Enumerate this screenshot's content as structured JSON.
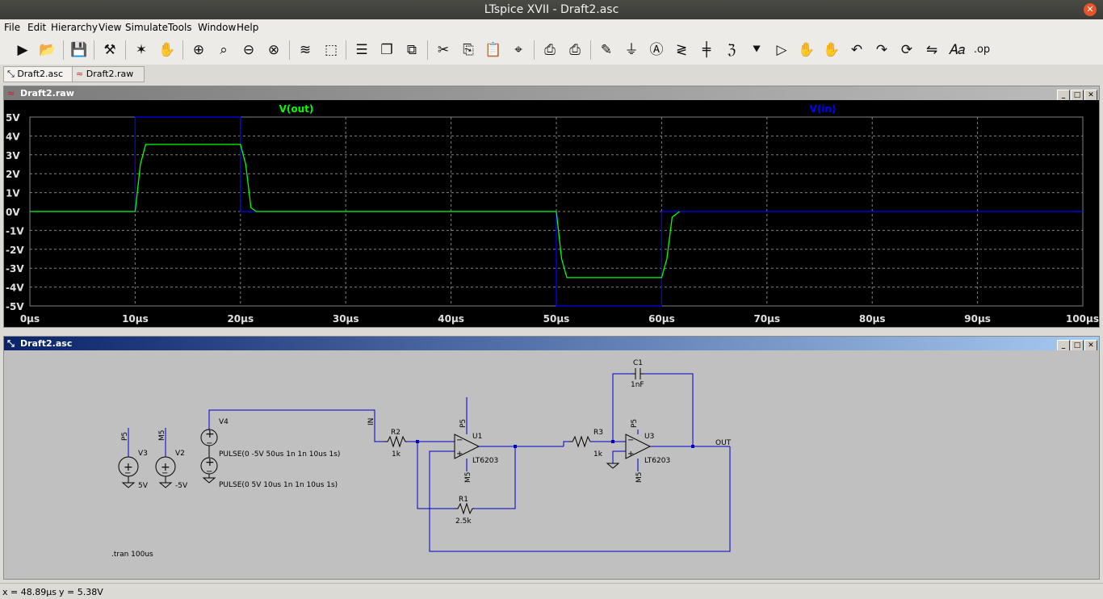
{
  "app": {
    "window_title": "LTspice XVII - Draft2.asc"
  },
  "menu": [
    "File",
    "Edit",
    "Hierarchy",
    "View",
    "Simulate",
    "Tools",
    "Window",
    "Help"
  ],
  "toolbar_icons": [
    "run-icon",
    "open-icon",
    "save-icon",
    "control-panel-icon",
    "run-trace-icon",
    "halt-icon",
    "zoom-in-icon",
    "zoom-area-icon",
    "zoom-out-icon",
    "zoom-fit-icon",
    "autorange-icon",
    "waveform-icon",
    "tile-horizontal-icon",
    "cascade-icon",
    "tile-vertical-icon",
    "cut-icon",
    "copy-icon",
    "paste-icon",
    "find-icon",
    "print-setup-icon",
    "print-icon",
    "wire-icon",
    "ground-icon",
    "label-net-icon",
    "resistor-icon",
    "capacitor-icon",
    "inductor-icon",
    "diode-icon",
    "component-icon",
    "move-icon",
    "drag-icon",
    "undo-icon",
    "redo-icon",
    "rotate-icon",
    "mirror-icon",
    "text-icon",
    "spice-directive-icon"
  ],
  "tabs": [
    {
      "label": "Draft2.asc",
      "active": true
    },
    {
      "label": "Draft2.raw",
      "active": false
    }
  ],
  "plot_window": {
    "title": "Draft2.raw",
    "buttons": [
      "_",
      "□",
      "✕"
    ]
  },
  "schematic_window": {
    "title": "Draft2.asc",
    "buttons": [
      "_",
      "□",
      "✕"
    ],
    "labels": {
      "c1": "C1",
      "c1_val": "1nF",
      "v4": "V4",
      "v3": "V3",
      "v2": "V2",
      "p5_v3": "P5",
      "m5_v2": "M5",
      "v3_val": "5V",
      "v2_val": "-5V",
      "v4_pulse1": "PULSE(0 -5V 50us 1n 1n 10us 1s)",
      "v4_pulse2": "PULSE(0 5V 10us 1n 1n 10us 1s)",
      "in_net": "IN",
      "r2": "R2",
      "r2_val": "1k",
      "u1": "U1",
      "u1_part": "LT6203",
      "u1_p5": "P5",
      "u1_m5": "M5",
      "r1": "R1",
      "r1_val": "2.5k",
      "r3": "R3",
      "r3_val": "1k",
      "u3": "U3",
      "u3_part": "LT6203",
      "u3_p5": "P5",
      "u3_m5": "M5",
      "out_net": "OUT",
      "directive": ".tran 100us"
    }
  },
  "status": {
    "x": "x = 48.89µs",
    "y": "y = 5.38V"
  },
  "colors": {
    "trace_vout": "#00ff00",
    "trace_vin": "#0000ff",
    "grid": "#808080",
    "plot_bg": "#000000",
    "schematic_wire": "#0000c8"
  },
  "chart_data": {
    "type": "line",
    "title": "",
    "xlabel": "",
    "ylabel": "",
    "xlim": [
      0,
      100
    ],
    "ylim": [
      -5,
      5
    ],
    "x_unit": "µs",
    "y_unit": "V",
    "x_ticks": [
      "0µs",
      "10µs",
      "20µs",
      "30µs",
      "40µs",
      "50µs",
      "60µs",
      "70µs",
      "80µs",
      "90µs",
      "100µs"
    ],
    "y_ticks": [
      "5V",
      "4V",
      "3V",
      "2V",
      "1V",
      "0V",
      "-1V",
      "-2V",
      "-3V",
      "-4V",
      "-5V"
    ],
    "grid": true,
    "series": [
      {
        "name": "V(out)",
        "color": "#00ff00",
        "x": [
          0,
          10,
          10.5,
          11,
          20,
          20.5,
          21,
          21.5,
          50,
          50.5,
          51,
          60,
          60.5,
          61,
          61.7
        ],
        "y": [
          0,
          0,
          2.5,
          3.55,
          3.55,
          2.5,
          0.2,
          0,
          0,
          -2.5,
          -3.5,
          -3.5,
          -2.5,
          -0.3,
          0
        ]
      },
      {
        "name": "V(in)",
        "color": "#0000ff",
        "x": [
          0,
          10,
          10,
          20,
          20,
          50,
          50,
          60,
          60,
          100
        ],
        "y": [
          0,
          0,
          5,
          5,
          0,
          0,
          -5,
          -5,
          0,
          0
        ]
      }
    ]
  }
}
